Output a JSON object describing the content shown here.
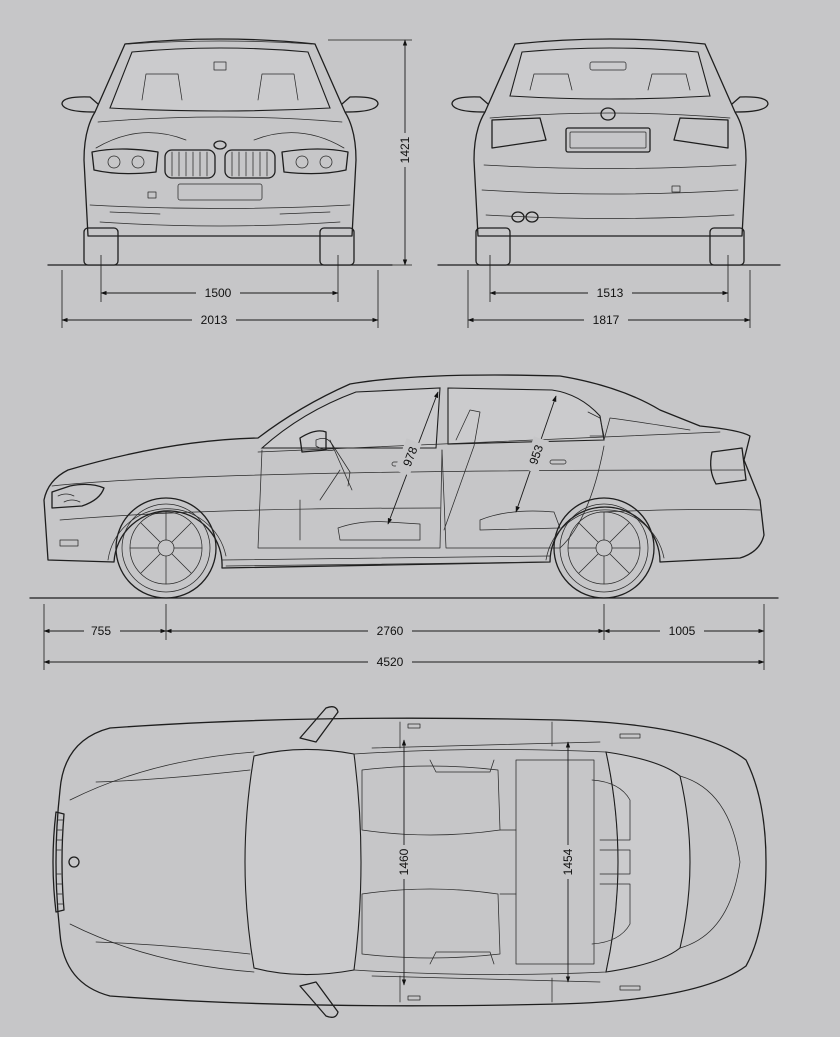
{
  "dimensions": {
    "front_height": "1421",
    "front_track": "1500",
    "front_width": "2013",
    "rear_track": "1513",
    "rear_width": "1817",
    "front_headroom": "978",
    "rear_headroom": "953",
    "front_overhang": "755",
    "wheelbase": "2760",
    "rear_overhang": "1005",
    "overall_length": "4520",
    "front_interior_width": "1460",
    "rear_interior_width": "1454"
  },
  "colors": {
    "background": "#c6c6c8",
    "line": "#1e1e1e"
  }
}
